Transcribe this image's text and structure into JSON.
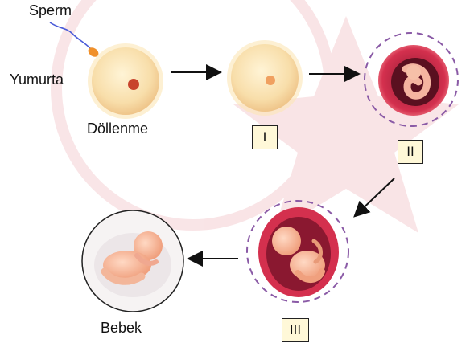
{
  "labels": {
    "sperm": "Sperm",
    "egg": "Yumurta",
    "fertilization": "Döllenme",
    "baby": "Bebek"
  },
  "stages": [
    {
      "id": "stage-1",
      "label": "I"
    },
    {
      "id": "stage-2",
      "label": "II"
    },
    {
      "id": "stage-3",
      "label": "III"
    }
  ],
  "colors": {
    "egg": "#f8deaa",
    "nucleus": "#c8442c",
    "dashed_ring": "#8a5aa6",
    "uterus": "#d4304e",
    "box_fill": "#fff8d8"
  }
}
